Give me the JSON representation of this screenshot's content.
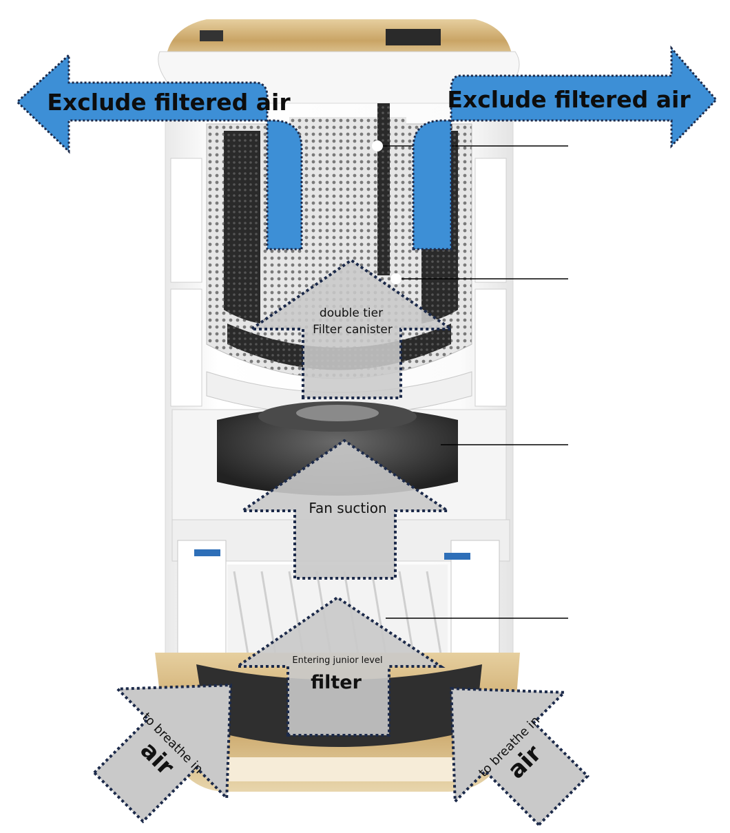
{
  "labels": {
    "exhaust_left": "Exclude filtered air",
    "exhaust_right": "Exclude filtered air",
    "canister_line1": "double tier",
    "canister_line2": "Filter canister",
    "fan": "Fan suction",
    "prefilter_line1": "Entering junior level",
    "prefilter_line2": "filter",
    "intake_left_line1": "to breathe in",
    "intake_left_line2": "air",
    "intake_right_line1": "to breathe in",
    "intake_right_line2": "air"
  },
  "colors": {
    "exhaust_arrow": "#3d8fd6",
    "flow_arrow": "#c9c9c9",
    "arrow_border": "#1c2a4a",
    "gold_trim": "#d2b37a",
    "housing": "#f2f2f2",
    "filter_mesh": "#d8d8d8",
    "carbon": "#2b2b2b",
    "fan_dark": "#3a3a3a"
  },
  "icons": {
    "exhaust": "arrow-curved-out",
    "airflow": "arrow-up",
    "intake": "arrow-diagonal-in"
  }
}
